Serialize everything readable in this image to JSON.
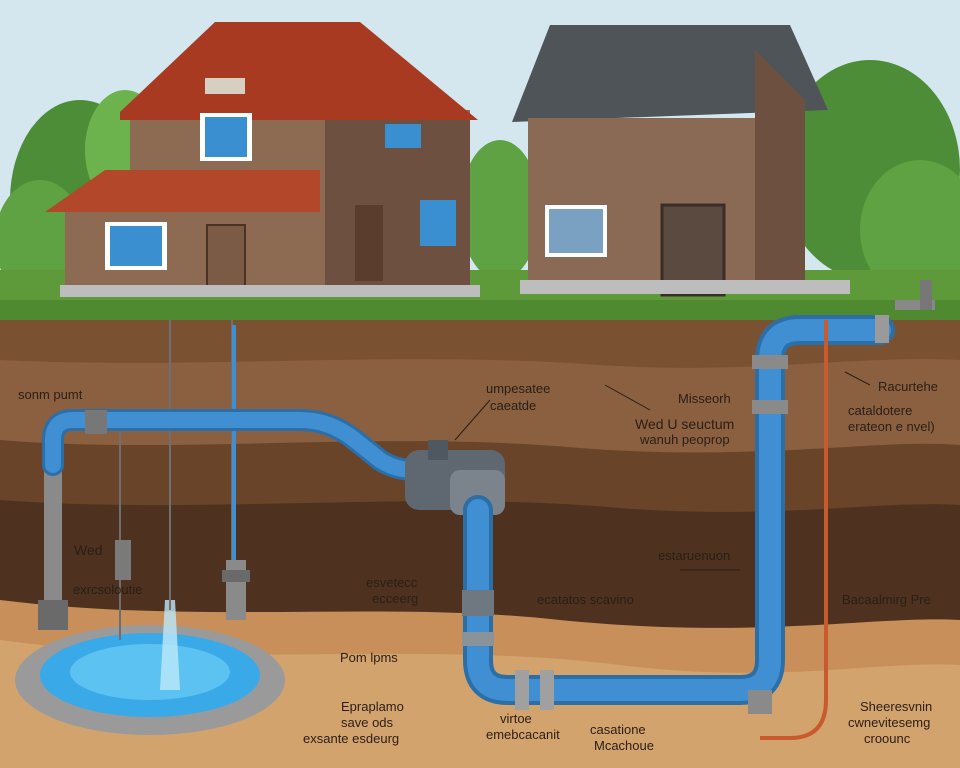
{
  "labels": {
    "sonm_pumt": "sonm pumt",
    "umpesatee": "umpesatee",
    "caeatde": "caeatde",
    "misseorh": "Misseorh",
    "wed_u_section": "Wed U seuctum",
    "wanuh_peopror": "wanuh peoprop",
    "racurtehe": "Racurtehe",
    "catadoteee": "cataldotere",
    "eraeton_wel": "erateon e nvel)",
    "wed": "Wed",
    "exrcsoloute": "exrcsoloutie",
    "esvetecc": "esvetecc",
    "ecrceerg": "ecceerg",
    "estaruenuon": "estaruenuon",
    "ecatatos_scavino": "ecatatos scavino",
    "bacaalmirg_pre": "Bacaalmirg Pre",
    "pom_lpms": "Pom lpms",
    "epraplamo": "Epraplamo",
    "save_ods": "save ods",
    "exsante_esdeurg": "exsante esdeurg",
    "virtoe": "virtoe",
    "emebcacanit": "emebcacanit",
    "casatione": "casatione",
    "mcachoue": "Mcachoue",
    "sheeresvnin": "Sheeresvnin",
    "cwneviteseng": "cwnevitesemg",
    "croounc": "croounc"
  },
  "colors": {
    "sky": "#cfe3ea",
    "grass": "#5f9a3a",
    "soil_top": "#7a5232",
    "soil_mid": "#5b3a24",
    "soil_deep": "#4a2f1d",
    "sand": "#d3a36e",
    "pipe_blue": "#3f8fd2",
    "water": "#3aa9e8",
    "roof_red": "#a83a22",
    "roof_grey": "#4f5459",
    "siding": "#8c6b52",
    "copper_line": "#c95a2e"
  },
  "icons": [
    "house-icon",
    "shed-icon",
    "tree-icon",
    "well-icon",
    "pump-icon",
    "pressure-tank-icon",
    "valve-icon",
    "spigot-icon"
  ]
}
